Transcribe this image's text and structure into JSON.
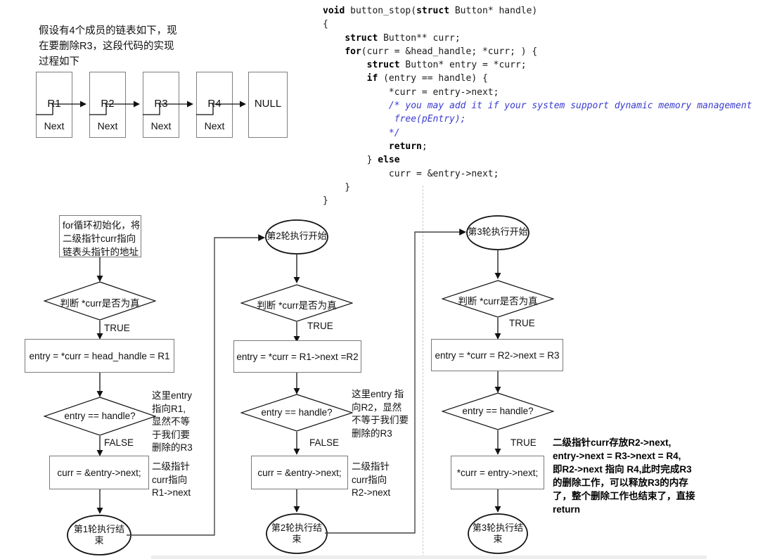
{
  "intro": {
    "text": "假设有4个成员的链表如下，现\n在要删除R3，这段代码的实现\n过程如下"
  },
  "linked_list": {
    "nodes": [
      {
        "label": "R1",
        "next": "Next"
      },
      {
        "label": "R2",
        "next": "Next"
      },
      {
        "label": "R3",
        "next": "Next"
      },
      {
        "label": "R4",
        "next": "Next"
      },
      {
        "label": "NULL",
        "next": ""
      }
    ]
  },
  "code": {
    "lines": [
      {
        "segments": [
          {
            "t": "void ",
            "s": "b"
          },
          {
            "t": "button_stop(",
            "s": "n"
          },
          {
            "t": "struct ",
            "s": "b"
          },
          {
            "t": "Button* handle)",
            "s": "n"
          }
        ]
      },
      {
        "segments": [
          {
            "t": "{",
            "s": "n"
          }
        ]
      },
      {
        "segments": [
          {
            "t": "    ",
            "s": "n"
          },
          {
            "t": "struct ",
            "s": "b"
          },
          {
            "t": "Button** curr;",
            "s": "n"
          }
        ]
      },
      {
        "segments": [
          {
            "t": "    ",
            "s": "n"
          },
          {
            "t": "for",
            "s": "b"
          },
          {
            "t": "(curr = &head_handle; *curr; ) {",
            "s": "n"
          }
        ]
      },
      {
        "segments": [
          {
            "t": "        ",
            "s": "n"
          },
          {
            "t": "struct ",
            "s": "b"
          },
          {
            "t": "Button* entry = *curr;",
            "s": "n"
          }
        ]
      },
      {
        "segments": [
          {
            "t": "        ",
            "s": "n"
          },
          {
            "t": "if",
            "s": "b"
          },
          {
            "t": " (entry == handle) {",
            "s": "n"
          }
        ]
      },
      {
        "segments": [
          {
            "t": "            *curr = entry->next;",
            "s": "n"
          }
        ]
      },
      {
        "segments": [
          {
            "t": "            ",
            "s": "n"
          },
          {
            "t": "/* you may add it if your system support dynamic memory management",
            "s": "i"
          }
        ]
      },
      {
        "segments": [
          {
            "t": "             ",
            "s": "n"
          },
          {
            "t": "free(pEntry);",
            "s": "i"
          }
        ]
      },
      {
        "segments": [
          {
            "t": "            ",
            "s": "n"
          },
          {
            "t": "*/",
            "s": "i"
          }
        ]
      },
      {
        "segments": [
          {
            "t": "            ",
            "s": "n"
          },
          {
            "t": "return",
            "s": "b"
          },
          {
            "t": ";",
            "s": "n"
          }
        ]
      },
      {
        "segments": [
          {
            "t": "        } ",
            "s": "n"
          },
          {
            "t": "else",
            "s": "b"
          }
        ]
      },
      {
        "segments": [
          {
            "t": "            curr = &entry->next;",
            "s": "n"
          }
        ]
      },
      {
        "segments": [
          {
            "t": "    }",
            "s": "n"
          }
        ]
      },
      {
        "segments": [
          {
            "t": "}",
            "s": "n"
          }
        ]
      }
    ]
  },
  "flow": {
    "col1": {
      "init_box": "for循环初始化，将\n二级指针curr指向\n链表头指针的地址",
      "cond1": "判断 *curr是否为真",
      "cond1_label": "TRUE",
      "assign": "entry = *curr = head_handle = R1",
      "cond2": "entry == handle?",
      "cond2_label": "FALSE",
      "action": "curr = &entry->next;",
      "end": "第1轮执行结\n束",
      "note1": "这里entry\n指向R1,\n显然不等\n于我们要\n删除的R3",
      "note2": "二级指针\ncurr指向\nR1->next"
    },
    "col2": {
      "start": "第2轮执行开始",
      "cond1": "判断 *curr是否为真",
      "cond1_label": "TRUE",
      "assign": "entry = *curr = R1->next =R2",
      "cond2": "entry == handle?",
      "cond2_label": "FALSE",
      "action": "curr = &entry->next;",
      "end": "第2轮执行结\n束",
      "note1": "这里entry 指\n向R2，显然\n不等于我们要\n删除的R3",
      "note2": "二级指针\ncurr指向\nR2->next"
    },
    "col3": {
      "start": "第3轮执行开始",
      "cond1": "判断 *curr是否为真",
      "cond1_label": "TRUE",
      "assign": "entry = *curr = R2->next = R3",
      "cond2": "entry == handle?",
      "cond2_label": "TRUE",
      "action": "*curr = entry->next;",
      "end": "第3轮执行结\n束",
      "note_bold": "二级指针curr存放R2->next,\nentry->next = R3->next = R4,\n即R2->next 指向 R4,此时完成R3\n的删除工作，可以释放R3的内存\n了，整个删除工作也结束了，直接\nreturn"
    }
  },
  "colors": {
    "stroke": "#7a7a7a",
    "dark_stroke": "#111111",
    "comment": "#3a3ad0",
    "dashed_separator": "#c9c9c9",
    "bottom_band": "#ededed"
  }
}
